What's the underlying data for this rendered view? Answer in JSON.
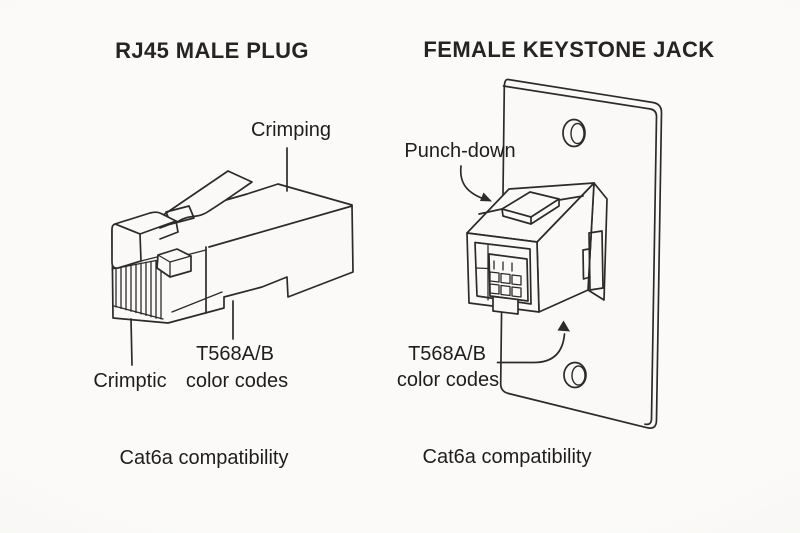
{
  "canvas": {
    "background": "#f9f8f6",
    "line_color": "#2b2b2b",
    "text_color": "#1e1e1e"
  },
  "left_panel": {
    "title": "RJ45 MALE PLUG",
    "labels": {
      "crimping": "Crimping",
      "crimptic": "Crimptic",
      "t568": "T568A/B",
      "color_codes": "color codes"
    },
    "caption": "Cat6a compatibility"
  },
  "right_panel": {
    "title": "FEMALE KEYSTONE JACK",
    "labels": {
      "punch_down": "Punch-down",
      "t568": "T568A/B",
      "color_codes": "color codes"
    },
    "caption": "Cat6a compatibility"
  }
}
